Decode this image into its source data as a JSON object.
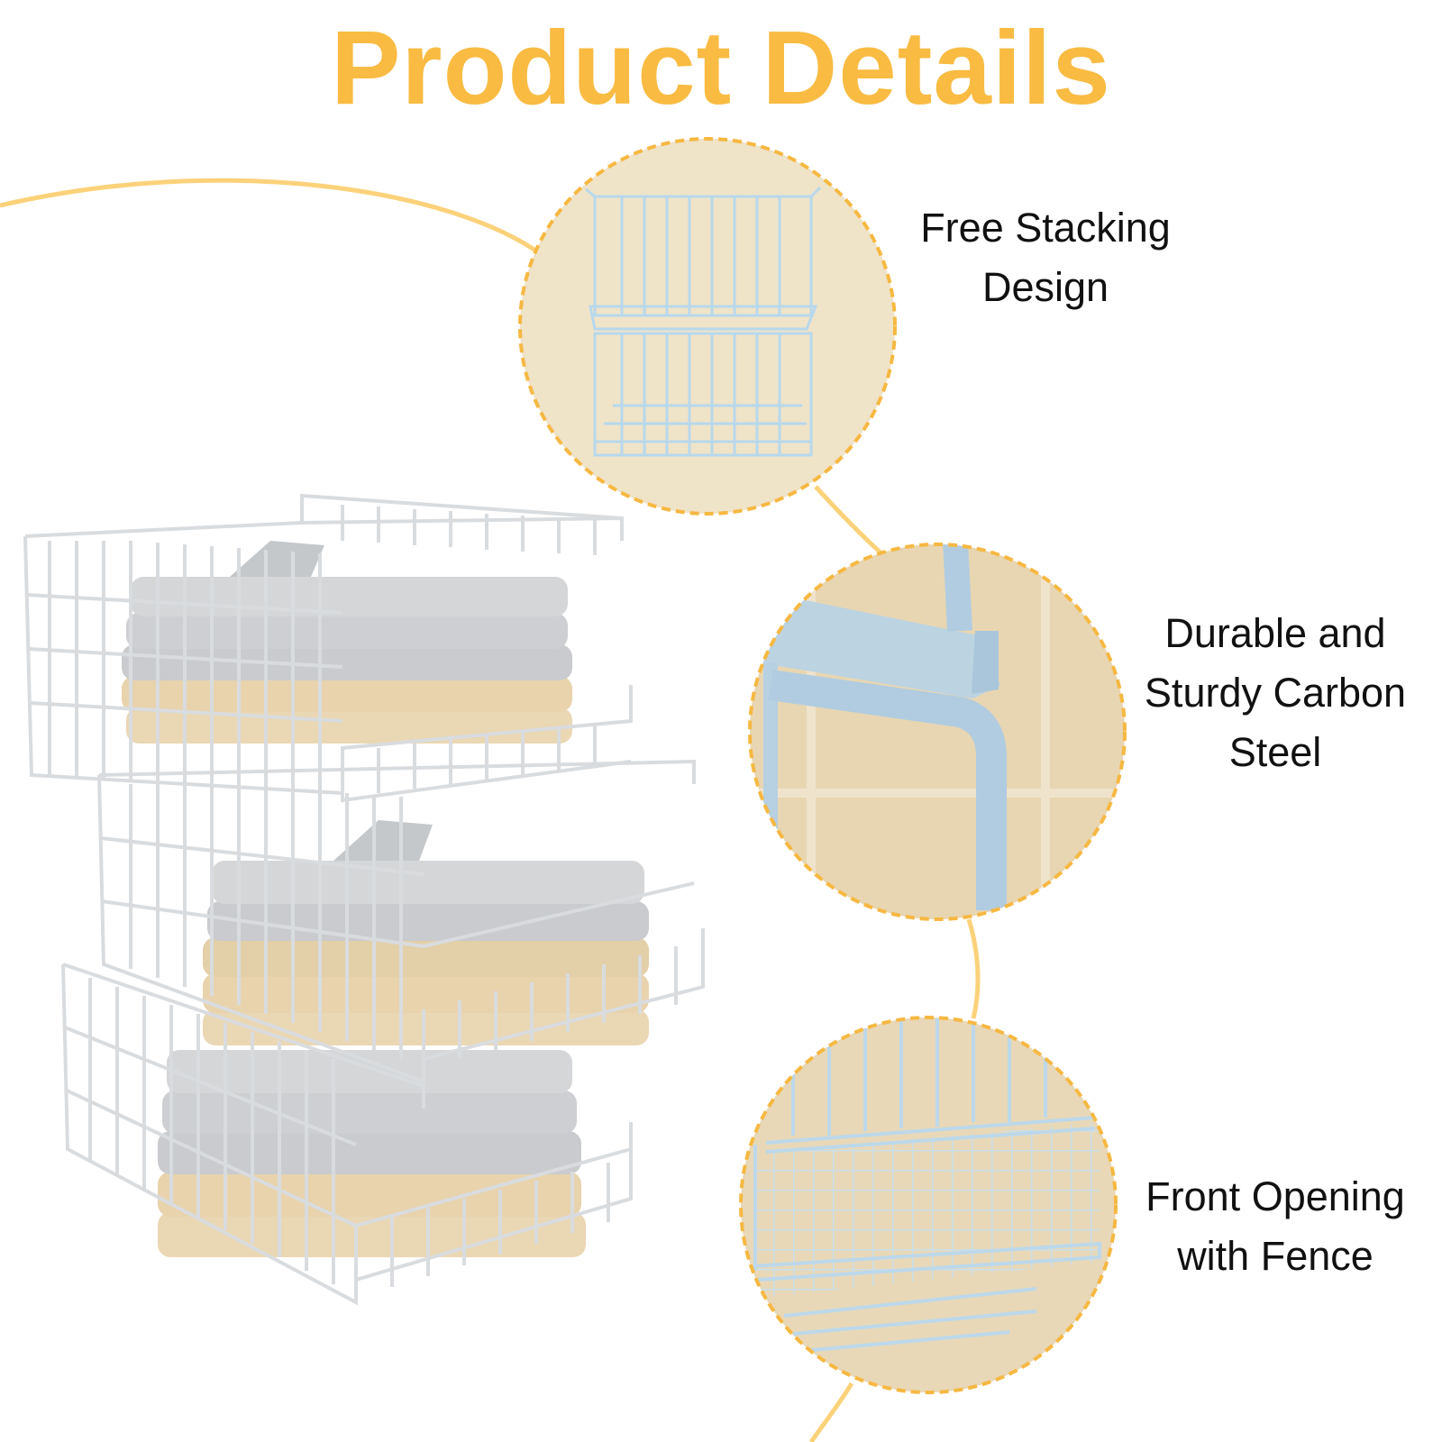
{
  "header": {
    "title": "Product Details"
  },
  "colors": {
    "accent": "#f9bb42",
    "curve": "#fbd27a",
    "circle_border": "#f6b841",
    "wire_blue": "#b7d8ec",
    "wire_white": "#e8eaec",
    "shirt_gray": "#c9cbce",
    "shirt_beige": "#ead7b3",
    "circle_bg": "#e6d3ae"
  },
  "features": [
    {
      "lines": [
        "Free Stacking",
        "Design"
      ],
      "image": "stacked-baskets-closeup"
    },
    {
      "lines": [
        "Durable and",
        "Sturdy Carbon",
        "Steel"
      ],
      "image": "carbon-steel-hook-closeup"
    },
    {
      "lines": [
        "Front Opening",
        "with Fence"
      ],
      "image": "front-fence-closeup"
    }
  ],
  "main_image": "three-stacked-wire-baskets-with-folded-shirts"
}
